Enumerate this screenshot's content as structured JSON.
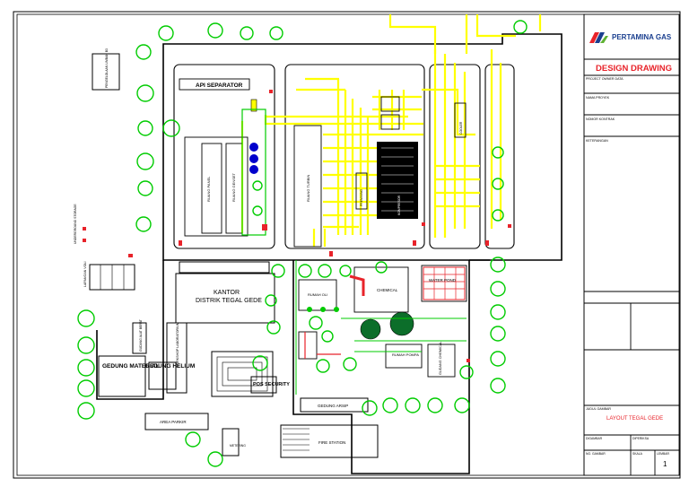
{
  "title_block": {
    "company": "PERTAMINA GAS",
    "doc_type": "DESIGN DRAWING",
    "field_project_owner": "PROJECT OWNER DATA",
    "field_project_name": "NAMA PROYEK",
    "field_contract_no": "NOMOR KONTRAK",
    "field_notes": "KETERANGAN",
    "field_subject_label": "JUDUL GAMBAR",
    "drawing_title": "LAYOUT TEGAL GEDE",
    "sheet_number": "1",
    "small_fields": [
      "DIGAMBAR",
      "DIPERIKSA",
      "NO. GAMBAR",
      "SKALA",
      "LEMBAR"
    ],
    "colors": {
      "accent_red": "#e8232a",
      "brand_blue": "#1a3f8f"
    }
  },
  "labels": {
    "api_separator": "API SEPARATOR",
    "kantor": "KANTOR",
    "distrik": "DISTRIK TEGAL GEDE",
    "gedung_material": "GEDUNG MATERIAL",
    "gedung_helium": "GEDUNG HELIUM",
    "pos_security": "POS SECURITY",
    "area_parkir": "AREA PARKIR",
    "gedung_arsip": "GEDUNG ARSIP",
    "fire_station": "FIRE STATION",
    "water_pond": "WATER POND",
    "chemical": "CHEMICAL",
    "rumah_oli": "RUMAH OLI",
    "rumah_pompa": "RUMAH POMPA",
    "gudang_chemical": "GUDANG CHEMICAL",
    "ruang_panel": "RUANG PANEL",
    "ruang_genset": "RUANG GENSET",
    "ruang_turbin": "RUANG TURBIN",
    "workshop": "WORKSHOP LABORATORIUM",
    "lapangan_voli": "LAPANGAN VOLI",
    "pengelolaan_limbah": "PENGELOLAAN LIMBAH B3",
    "underground_storage": "UNDERGROUND STORAGE",
    "gudang_alat_berat": "GUDANG ALAT BERAT",
    "pre_mixing": "PREMIXING",
    "compressor": "KOMPRESOR",
    "cooler": "COOLER",
    "metering": "METERING"
  }
}
